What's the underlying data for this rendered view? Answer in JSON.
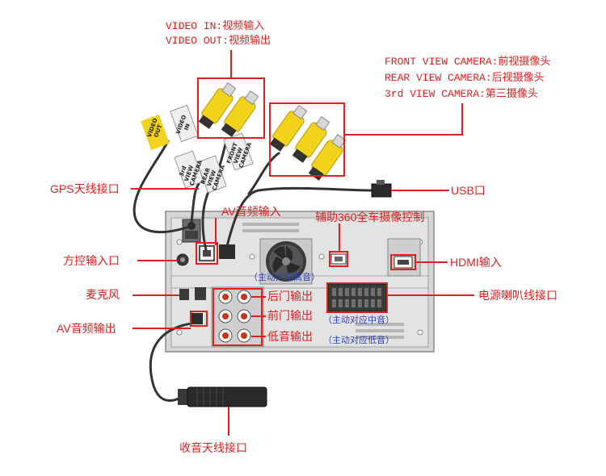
{
  "labels": {
    "video_in": "VIDEO IN:视频输入",
    "video_out": "VIDEO OUT:视频输出",
    "front_cam": "FRONT VIEW CAMERA:前视摄像头",
    "rear_cam": "REAR VIEW CAMERA:后视摄像头",
    "third_cam": "3rd VIEW CAMERA:第三摄像头",
    "gps": "GPS天线接口",
    "usb": "USB口",
    "av_in": "AV音频输入",
    "aux360": "辅助360全车摄像控制",
    "steering": "方控输入口",
    "hdmi": "HDMI输入",
    "high_note": "（主动对应高音）",
    "mic": "麦克风",
    "rear_out": "后门输出",
    "power": "电源喇叭线接口",
    "front_out": "前门输出",
    "mid_note": "（主动对应中音）",
    "av_out": "AV音频输出",
    "sub_out": "低音输出",
    "low_note": "（主动对应低音）",
    "radio": "收音天线接口"
  },
  "cable_tags": {
    "video_out": "VIDEO OUT",
    "video_in": "VIDEO IN",
    "rd_view": "3rd VIEW CAMERA",
    "rear_view": "REAR VIEW CAMERA",
    "front_view": "FRONT VIEW CAMERA"
  },
  "colors": {
    "label_red": "#e02020",
    "note_blue": "#2a3fbf",
    "rca_yellow": "#f2d21a",
    "panel_gray": "#d9d9d9"
  }
}
